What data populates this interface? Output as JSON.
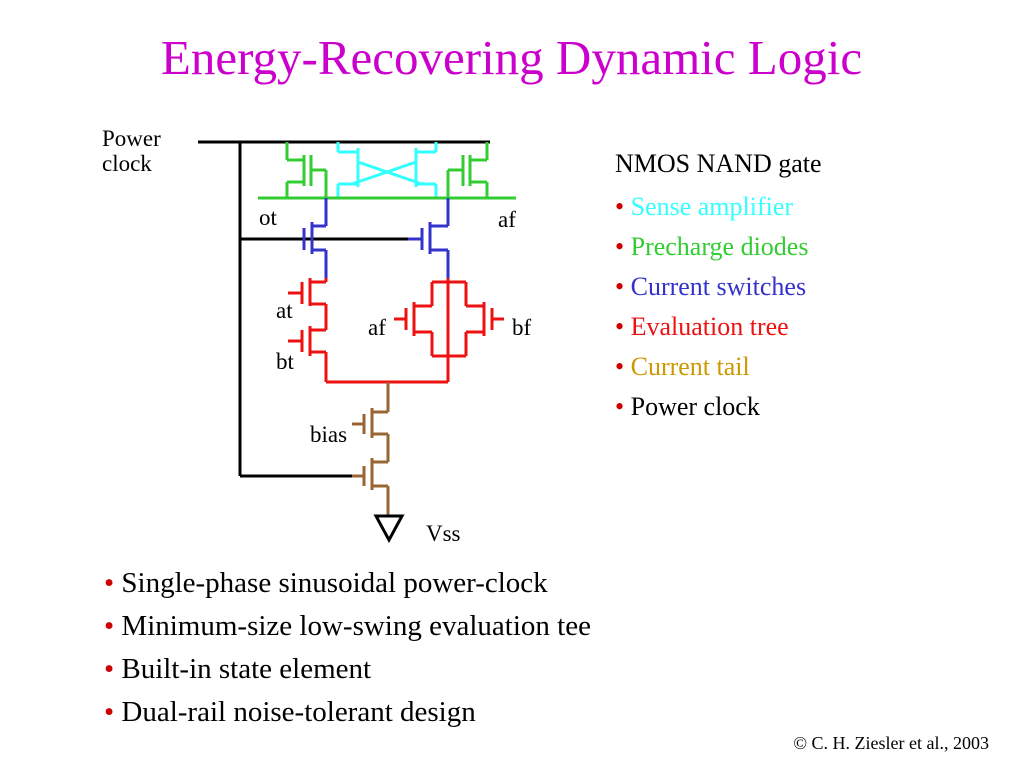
{
  "title": "Energy-Recovering Dynamic Logic",
  "circuit_labels": {
    "power": "Power",
    "clock": "clock",
    "ot": "ot",
    "af_top": "af",
    "at": "at",
    "bt": "bt",
    "af_mid": "af",
    "bf": "bf",
    "bias": "bias",
    "vss": "Vss"
  },
  "legend": {
    "heading": "NMOS NAND gate",
    "bullet": "•",
    "items": [
      {
        "label": "Sense amplifier",
        "color": "#33ffff"
      },
      {
        "label": "Precharge diodes",
        "color": "#33cc33"
      },
      {
        "label": "Current switches",
        "color": "#3333cc"
      },
      {
        "label": "Evaluation tree",
        "color": "#ee1111"
      },
      {
        "label": "Current tail",
        "color": "#cc9900"
      },
      {
        "label": "Power clock",
        "color": "#000000"
      }
    ]
  },
  "features": [
    "Single-phase sinusoidal power-clock",
    "Minimum-size low-swing evaluation tee",
    "Built-in state element",
    "Dual-rail noise-tolerant design"
  ],
  "credit": "© C. H. Ziesler et al., 2003",
  "colors": {
    "title": "#cc00cc",
    "bullet": "#cc0000",
    "sense_amp": "#33ffff",
    "precharge": "#33cc33",
    "switches": "#3333cc",
    "evaluation": "#ee1111",
    "tail": "#996633",
    "power_clock": "#000000"
  }
}
